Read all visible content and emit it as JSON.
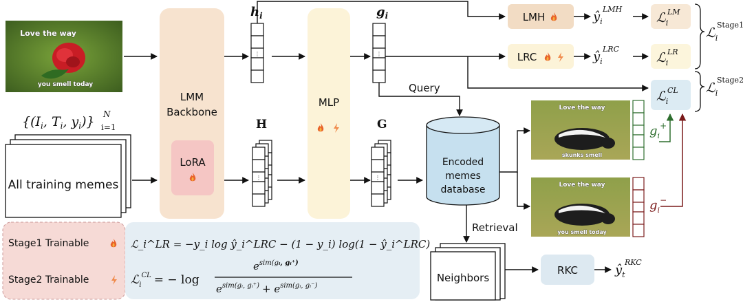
{
  "input": {
    "tuple": "{(I",
    "tuple_i": "i",
    "tuple_mid": ", T",
    "tuple_mid2": ", y",
    "tuple_end": ")}",
    "tuple_sup": "N",
    "tuple_sub": "i=1",
    "all_memes": "All training memes",
    "meme_top": "Love the way",
    "meme_bottom": "you smell today"
  },
  "backbone": {
    "line1": "LMM",
    "line2": "Backbone",
    "lora": "LoRA"
  },
  "mlp": {
    "label": "MLP"
  },
  "features": {
    "h_i": "h",
    "h_sub": "i",
    "H": "H",
    "g_i": "g",
    "g_sub": "i",
    "G": "G"
  },
  "heads": {
    "lmh": "LMH",
    "lrc": "LRC",
    "y_lmh": "ŷ",
    "y_lmh_sub": "i",
    "y_lmh_sup": "LMH",
    "y_lrc": "ŷ",
    "y_lrc_sub": "i",
    "y_lrc_sup": "LRC"
  },
  "losses": {
    "L_lm": "ℒ",
    "L_lm_sub": "i",
    "L_lm_sup": "LM",
    "L_lr": "ℒ",
    "L_lr_sub": "i",
    "L_lr_sup": "LR",
    "L_cl": "ℒ",
    "L_cl_sub": "i",
    "L_cl_sup": "CL",
    "stage1": "ℒ",
    "stage1_sub": "i",
    "stage1_sup": "Stage1",
    "stage2": "ℒ",
    "stage2_sub": "i",
    "stage2_sup": "Stage2"
  },
  "retrieval": {
    "query": "Query",
    "db_line1": "Encoded",
    "db_line2": "memes",
    "db_line3": "database",
    "retrieval": "Retrieval",
    "neighbors": "Neighbors",
    "rkc": "RKC",
    "y_rkc": "ŷ",
    "y_rkc_sub": "t",
    "y_rkc_sup": "RKC",
    "pos": "g",
    "pos_sub": "i",
    "pos_sup": "+",
    "neg": "g",
    "neg_sub": "i",
    "neg_sup": "−",
    "pos_meme_top": "Love the way",
    "pos_meme_bottom": "skunks smell",
    "neg_meme_top": "Love the way",
    "neg_meme_bottom": "you smell today"
  },
  "legend": {
    "stage1": "Stage1 Trainable",
    "stage2": "Stage2 Trainable",
    "eq1": "ℒ_i^LR = −y_i log ŷ_i^LRC − (1 − y_i) log(1 − ŷ_i^LRC)",
    "eq2": "ℒ_i^CL = −log e^sim(g_i, g_i^+) / (e^sim(g_i, g_i^+) + e^sim(g_i, g_i^−))",
    "eq2_lhs": "ℒ",
    "eq2_minus_log": "= − log",
    "eq2_num": "e",
    "eq2_num_sup": "sim(g",
    "eq2_den_a": "e",
    "eq2_den_plus": "+ e",
    "eq2_sim_pos": "sim(g",
    "eq2_sim_neg": "sim(g"
  },
  "colors": {
    "backbone_fill": "#f7e3cf",
    "lora_fill": "#f5c6c4",
    "mlp_fill": "#fcf3d8",
    "lmh_fill": "#f2dcc4",
    "lrc_fill": "#fcf3d8",
    "lm_loss_fill": "#f7e8d6",
    "lr_loss_fill": "#fcf5dc",
    "cl_loss_fill": "#dcebf3",
    "db_fill": "#c6e0ef",
    "rkc_fill": "#dde9f1",
    "legend_left_fill": "#f6dad6",
    "legend_right_fill": "#e5eef4",
    "pos_color": "#2e6e2e",
    "neg_color": "#7a1a1a",
    "fire": "#e8622a"
  }
}
